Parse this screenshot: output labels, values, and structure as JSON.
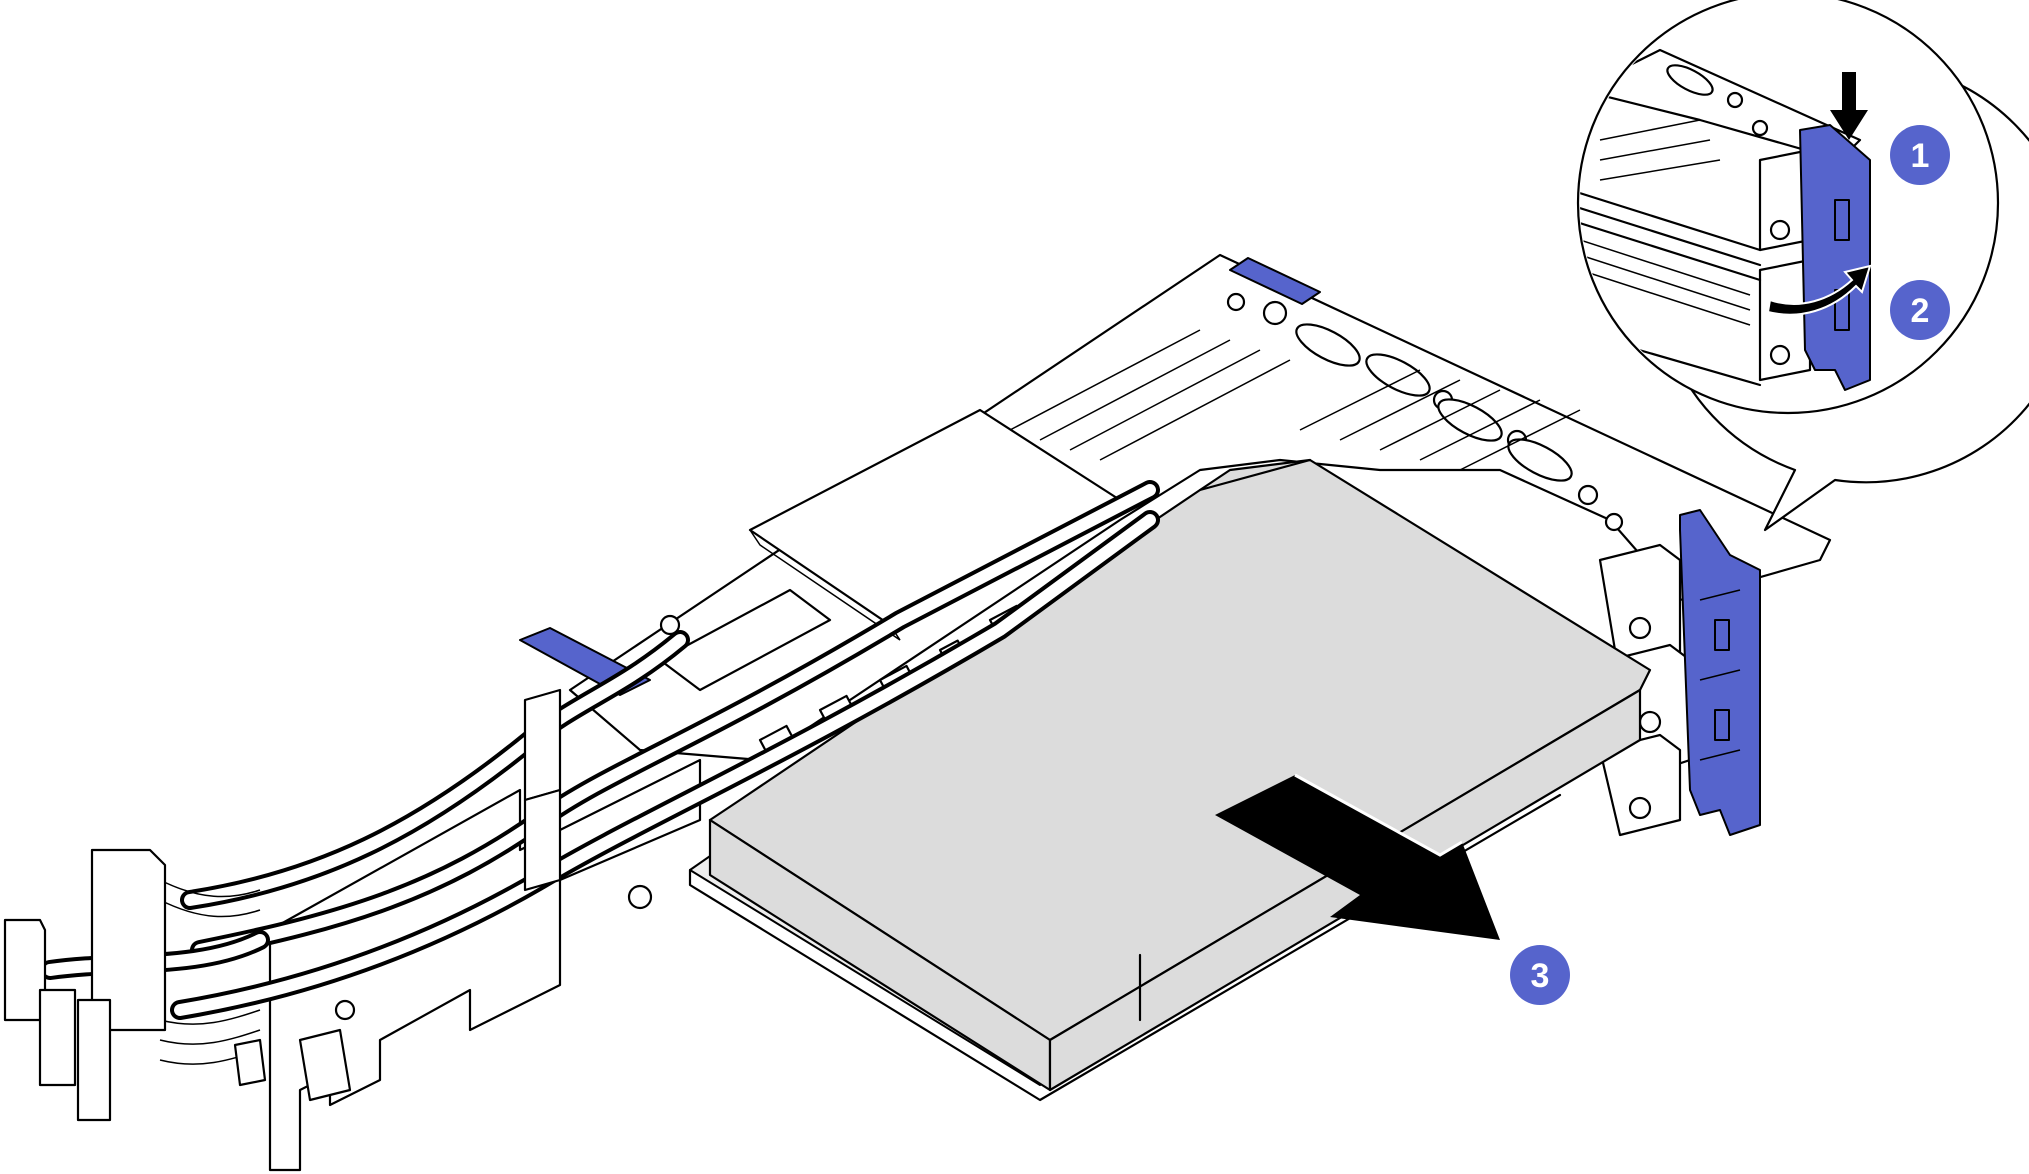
{
  "figure": {
    "accent_blue": "#5664cc",
    "card_grey": "#dcdcdc",
    "components": {
      "riser_cage": "riser-cage-icon",
      "adapter_card": "pcie-adapter-icon",
      "retention_latch": "latch-icon",
      "cables": "cable-icon"
    }
  },
  "callouts": [
    {
      "id": "step-1",
      "label": "1",
      "action": "press-down-icon"
    },
    {
      "id": "step-2",
      "label": "2",
      "action": "rotate-open-icon"
    },
    {
      "id": "step-3",
      "label": "3",
      "action": "pull-out-icon"
    }
  ]
}
